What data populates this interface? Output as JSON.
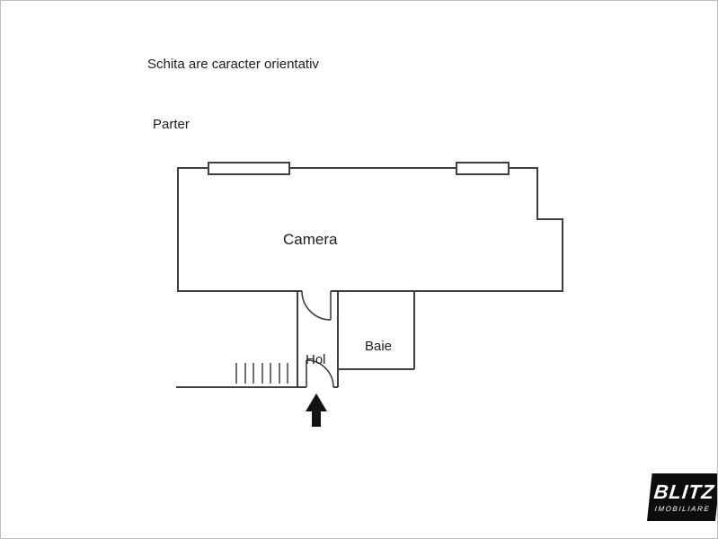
{
  "disclaimer": "Schita are caracter orientativ",
  "floor_label": "Parter",
  "rooms": {
    "camera": "Camera",
    "hol": "Hol",
    "baie": "Baie"
  },
  "logo": {
    "brand": "BLITZ",
    "sub": "IMOBILIARE"
  },
  "colors": {
    "wall": "#404040",
    "background": "#ffffff",
    "text": "#1d1d1d",
    "arrow": "#121212",
    "logo_bg": "#0d0d0d",
    "logo_text": "#ffffff",
    "border": "#bfbfbf"
  }
}
